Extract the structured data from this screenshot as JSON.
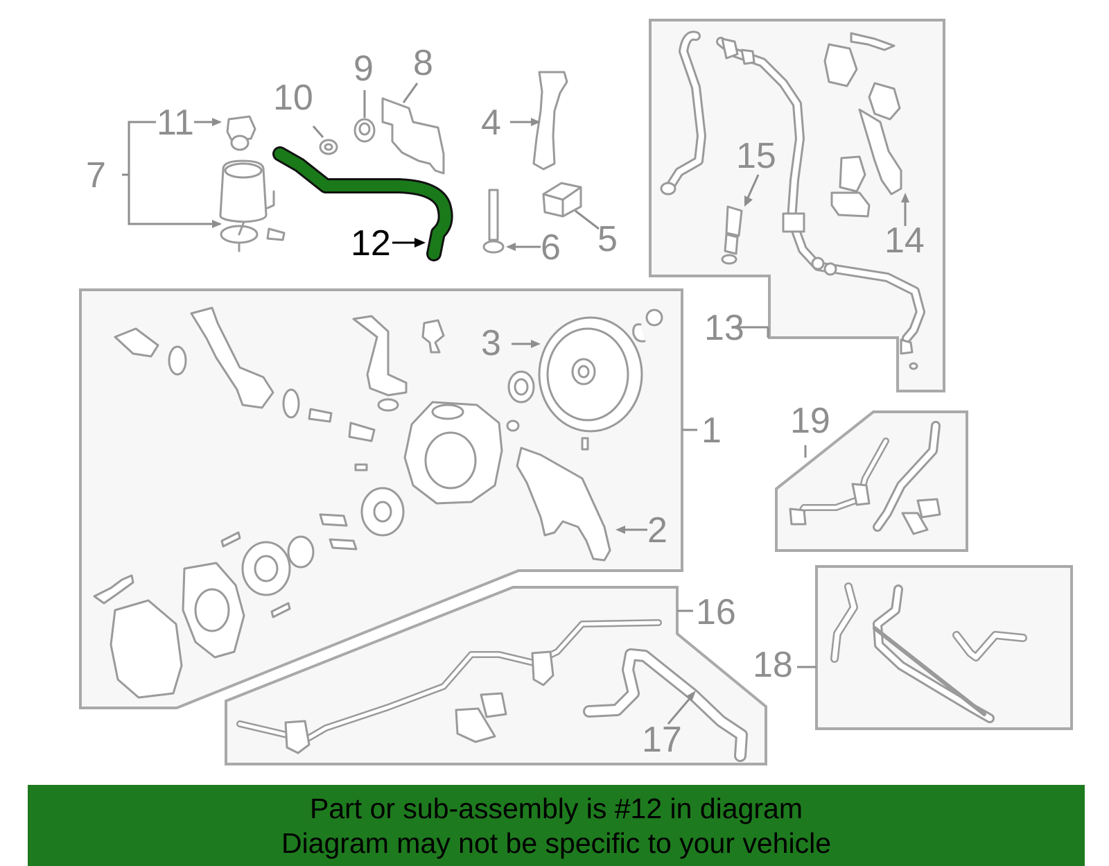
{
  "diagram": {
    "callouts": {
      "c1": "1",
      "c2": "2",
      "c3": "3",
      "c4": "4",
      "c5": "5",
      "c6": "6",
      "c7": "7",
      "c8": "8",
      "c9": "9",
      "c10": "10",
      "c11": "11",
      "c12": "12",
      "c13": "13",
      "c14": "14",
      "c15": "15",
      "c16": "16",
      "c17": "17",
      "c18": "18",
      "c19": "19"
    },
    "highlighted_part": "12"
  },
  "banner": {
    "line1": "Part or sub-assembly is #12 in diagram",
    "line2": "Diagram may not be specific to your vehicle"
  },
  "colors": {
    "highlight": "#1a7a1a",
    "banner": "#1e7a1e",
    "outline": "#9a9a9a",
    "group_fill": "#f7f7f7"
  }
}
